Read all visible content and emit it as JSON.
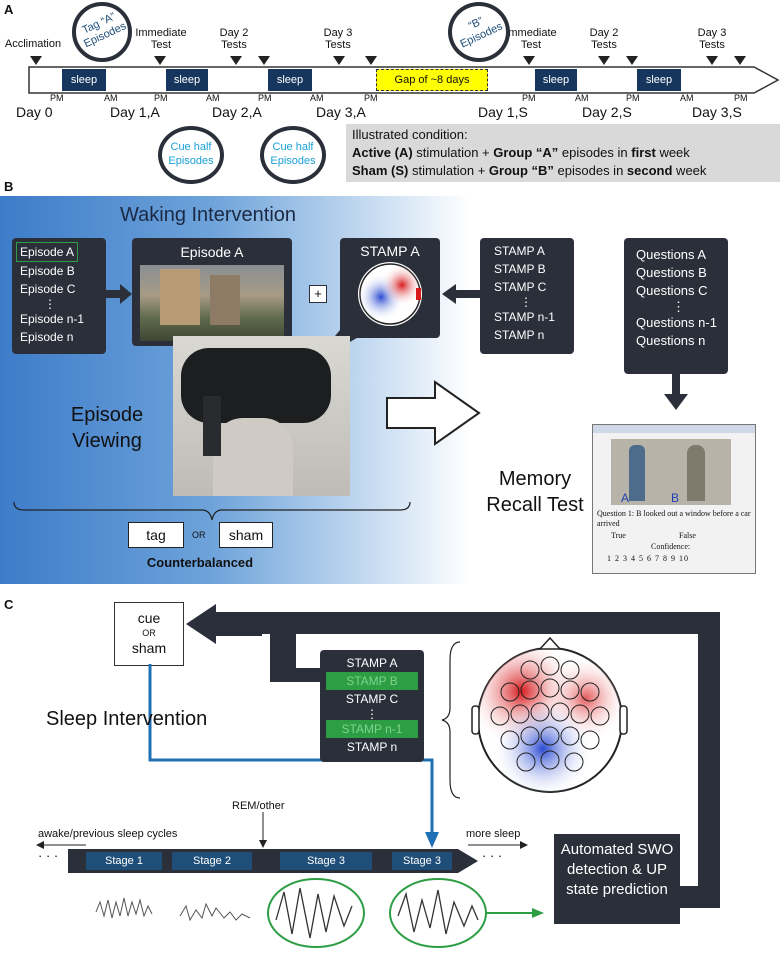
{
  "panelA": {
    "label": "A",
    "top_events": [
      "Acclimation",
      "Immediate Test",
      "Day 2 Tests",
      "Day 3 Tests",
      "Immediate Test",
      "Day 2 Tests",
      "Day 3 Tests"
    ],
    "sleep_label": "sleep",
    "gap_label": "Gap of ~8 days",
    "pm": "PM",
    "am": "AM",
    "days": [
      "Day 0",
      "Day 1,A",
      "Day 2,A",
      "Day 3,A",
      "Day 1,S",
      "Day 2,S",
      "Day 3,S"
    ],
    "bubble_tag_a": "Tag “A” Episodes",
    "bubble_b": "“B” Episodes",
    "bubble_cue1": "Cue half Episodes",
    "bubble_cue2": "Cue half Episodes",
    "condition_title": "Illustrated condition:",
    "condition_line1": [
      "Active (A)",
      " stimulation + ",
      "Group “A”",
      " episodes in ",
      "first",
      " week"
    ],
    "condition_line2": [
      "Sham (S)",
      " stimulation + ",
      "Group “B”",
      " episodes in ",
      "second",
      " week"
    ]
  },
  "panelB": {
    "label": "B",
    "title": "Waking Intervention",
    "episode_list": [
      "Episode A",
      "Episode B",
      "Episode C",
      "⋮",
      "Episode n-1",
      "Episode n"
    ],
    "episode_box_title": "Episode A",
    "stamp_box_title": "STAMP A",
    "stamp_list": [
      "STAMP A",
      "STAMP B",
      "STAMP C",
      "⋮",
      "STAMP n-1",
      "STAMP n"
    ],
    "plus": "+",
    "episode_viewing": "Episode Viewing",
    "tag": "tag",
    "or": "OR",
    "sham": "sham",
    "counterbalanced": "Counterbalanced",
    "questions_list": [
      "Questions A",
      "Questions B",
      "Questions C",
      "⋮",
      "Questions n-1",
      "Questions n"
    ],
    "memory_recall": "Memory Recall Test",
    "quiz_label_a": "A",
    "quiz_label_b": "B",
    "quiz_question": "Question 1: B looked out a window before a car arrived",
    "quiz_true": "True",
    "quiz_false": "False",
    "quiz_confidence": "Confidence:",
    "quiz_scale": "1 2 3 4 5 6 7 8 9 10"
  },
  "panelC": {
    "label": "C",
    "cue": "cue",
    "or": "OR",
    "sham": "sham",
    "sleep_intervention": "Sleep Intervention",
    "stamp_list": [
      "STAMP A",
      "STAMP B",
      "STAMP C",
      "⋮",
      "STAMP n-1",
      "STAMP n"
    ],
    "rem_other": "REM/other",
    "awake_prev": "awake/previous sleep cycles",
    "more_sleep": "more sleep",
    "stages": [
      "Stage 1",
      "Stage 2",
      "Stage 3",
      "Stage 3"
    ],
    "dots": "· · ·",
    "auto_box": "Automated SWO detection & UP state prediction"
  },
  "colors": {
    "dark": "#2b2f3a",
    "navy": "#17365d",
    "accent_blue": "#1f6fb5",
    "green": "#2e9e45",
    "cyan_text": "#1aa0d8",
    "gap_yellow": "#ffff00",
    "condition_gray": "#d9d9d9"
  }
}
